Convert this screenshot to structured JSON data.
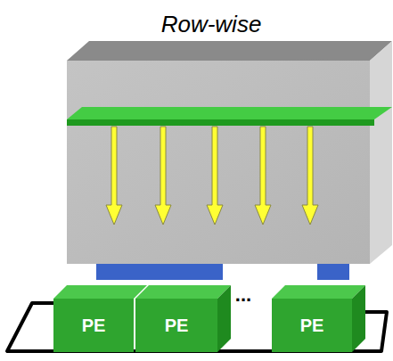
{
  "diagram": {
    "title": "Row-wise",
    "nodes": [
      {
        "text": [
          "PE"
        ]
      },
      {
        "text": [
          "PE"
        ]
      },
      {
        "text": [
          "PE"
        ]
      }
    ],
    "labels": [
      "..."
    ]
  }
}
